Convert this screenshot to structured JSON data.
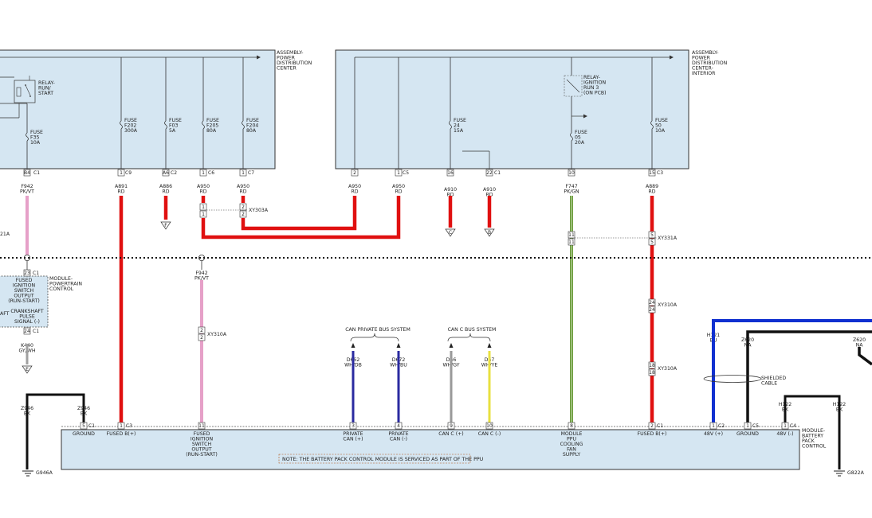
{
  "components": {
    "pdc": {
      "label": [
        "ASSEMBLY-",
        "POWER",
        "DISTRIBUTION",
        "CENTER"
      ]
    },
    "pdc_interior": {
      "label": [
        "ASSEMBLY-",
        "POWER",
        "DISTRIBUTION",
        "CENTER-",
        "INTERIOR"
      ]
    },
    "pcm": {
      "label": [
        "MODULE-",
        "POWERTRAIN",
        "CONTROL"
      ]
    },
    "bpcm": {
      "label": [
        "MODULE-",
        "BATTERY",
        "PACK",
        "CONTROL"
      ]
    }
  },
  "relays": {
    "run_start": [
      "RELAY-",
      "RUN/",
      "START"
    ],
    "ign_run3": [
      "RELAY-",
      "IGNITION",
      "RUN 3",
      "(ON PCB)"
    ]
  },
  "fuses": [
    {
      "label": [
        "FUSE",
        "F35",
        "10A"
      ]
    },
    {
      "label": [
        "FUSE",
        "F202",
        "300A"
      ]
    },
    {
      "label": [
        "FUSE",
        "F03",
        "5A"
      ]
    },
    {
      "label": [
        "FUSE",
        "F205",
        "80A"
      ]
    },
    {
      "label": [
        "FUSE",
        "F204",
        "80A"
      ]
    },
    {
      "label": [
        "FUSE",
        "24",
        "15A"
      ]
    },
    {
      "label": [
        "FUSE",
        "05",
        "20A"
      ]
    },
    {
      "label": [
        "FUSE",
        "50",
        "10A"
      ]
    }
  ],
  "pins": {
    "pdc_b4": "B4",
    "pdc_1c9": "1",
    "pdc_a6": "A6",
    "pdc_1c6": "1",
    "pdc_1c7": "1",
    "int_2": "2",
    "int_1c5": "1",
    "int_16": "16",
    "int_22": "22",
    "int_10": "10",
    "int_15": "15",
    "pcm_23": "23",
    "pcm_24": "24",
    "xy303_1a": "1",
    "xy303_1b": "1",
    "xy303_2a": "2",
    "xy303_2b": "2",
    "xy331_11a": "11",
    "xy331_11b": "11",
    "xy331_5a": "5",
    "xy331_5b": "5",
    "xy310_2a": "2",
    "xy310_2b": "2",
    "xy310_24a": "24",
    "xy310_24b": "24",
    "xy310_18a": "18",
    "xy310_18b": "18",
    "bp_5": "5",
    "bp_1c3": "1",
    "bp_11": "11",
    "bp_3": "3",
    "bp_4": "4",
    "bp_9": "9",
    "bp_10": "10",
    "bp_8": "8",
    "bp_2": "2",
    "bp_1c2": "1",
    "bp_1c5": "1",
    "bp_1c4": "1"
  },
  "connectors": {
    "c1": "C1",
    "c2": "C2",
    "c3": "C3",
    "c4": "C4",
    "c5": "C5",
    "c6": "C6",
    "c7": "C7",
    "c9": "C9"
  },
  "splices": {
    "xy303a": "XY303A",
    "xy331a": "XY331A",
    "xy310a": "XY310A"
  },
  "wires": [
    {
      "circuit": "F942",
      "color_code": "PK/VT",
      "color": "#e6a0c8"
    },
    {
      "circuit": "A891",
      "color_code": "RD",
      "color": "#e01010"
    },
    {
      "circuit": "A886",
      "color_code": "RD",
      "color": "#e01010"
    },
    {
      "circuit": "A950",
      "color_code": "RD",
      "color": "#e01010"
    },
    {
      "circuit": "A950",
      "color_code": "RD",
      "color": "#e01010"
    },
    {
      "circuit": "A950",
      "color_code": "RD",
      "color": "#e01010"
    },
    {
      "circuit": "A950",
      "color_code": "RD",
      "color": "#e01010"
    },
    {
      "circuit": "A910",
      "color_code": "RD",
      "color": "#e01010"
    },
    {
      "circuit": "A910",
      "color_code": "RD",
      "color": "#e01010"
    },
    {
      "circuit": "F747",
      "color_code": "PK/GN",
      "color": "#6a9a3a"
    },
    {
      "circuit": "A889",
      "color_code": "RD",
      "color": "#e01010"
    },
    {
      "circuit": "F942",
      "color_code": "PK/VT",
      "color": "#e6a0c8"
    },
    {
      "circuit": "K440",
      "color_code": "GY/WH",
      "color": "#a0a0a0"
    },
    {
      "circuit": "D662",
      "color_code": "WH/DB",
      "color": "#2a2aa0"
    },
    {
      "circuit": "D672",
      "color_code": "WH/BU",
      "color": "#2a2aa0"
    },
    {
      "circuit": "D66",
      "color_code": "WH/GY",
      "color": "#999999"
    },
    {
      "circuit": "D67",
      "color_code": "WH/YE",
      "color": "#e8e040"
    },
    {
      "circuit": "H121",
      "color_code": "BU",
      "color": "#1030d0"
    },
    {
      "circuit": "Z620",
      "color_code": "NA",
      "color": "#111111"
    },
    {
      "circuit": "Z620",
      "color_code": "NA",
      "color": "#111111"
    },
    {
      "circuit": "H122",
      "color_code": "BK",
      "color": "#111111"
    },
    {
      "circuit": "H122",
      "color_code": "BK",
      "color": "#111111"
    },
    {
      "circuit": "Z946",
      "color_code": "BK",
      "color": "#111111"
    },
    {
      "circuit": "Z946",
      "color_code": "BK",
      "color": "#111111"
    }
  ],
  "offpage": {
    "f": "F",
    "c": "C",
    "b": "B",
    "e": "E"
  },
  "pcm_pin_labels": {
    "fused_ign": [
      "FUSED",
      "IGNITION",
      "SWITCH",
      "OUTPUT",
      "(RUN-START)"
    ],
    "crank": [
      "CRANKSHAFT",
      "PULSE",
      "SIGNAL (-)"
    ],
    "aft_partial": "AFT",
    "partial_21a": "21A"
  },
  "bpcm_pin_labels": [
    [
      "GROUND"
    ],
    [
      "FUSED B(+)"
    ],
    [
      "FUSED",
      "IGNITION",
      "SWITCH",
      "OUTPUT",
      "(RUN-START)"
    ],
    [
      "PRIVATE",
      "CAN (+)"
    ],
    [
      "PRIVATE",
      "CAN (-)"
    ],
    [
      "CAN C (+)"
    ],
    [
      "CAN C (-)"
    ],
    [
      "MODULE",
      "PPU",
      "COOLING",
      "FAN",
      "SUPPLY"
    ],
    [
      "FUSED B(+)"
    ],
    [
      "48V (+)"
    ],
    [
      "GROUND"
    ],
    [
      "48V (-)"
    ]
  ],
  "buses": {
    "private": "CAN PRIVATE BUS SYSTEM",
    "canc": "CAN C BUS SYSTEM"
  },
  "shielded": [
    "SHIELDED",
    "CABLE"
  ],
  "grounds": {
    "g946a": "G946A",
    "g822a": "G822A"
  },
  "note": "NOTE: THE BATTERY PACK CONTROL MODULE IS SERVICED AS PART OF THE PPU",
  "colors": {
    "module_fill": "#d5e6f2",
    "border": "#333333",
    "red": "#e01010"
  }
}
